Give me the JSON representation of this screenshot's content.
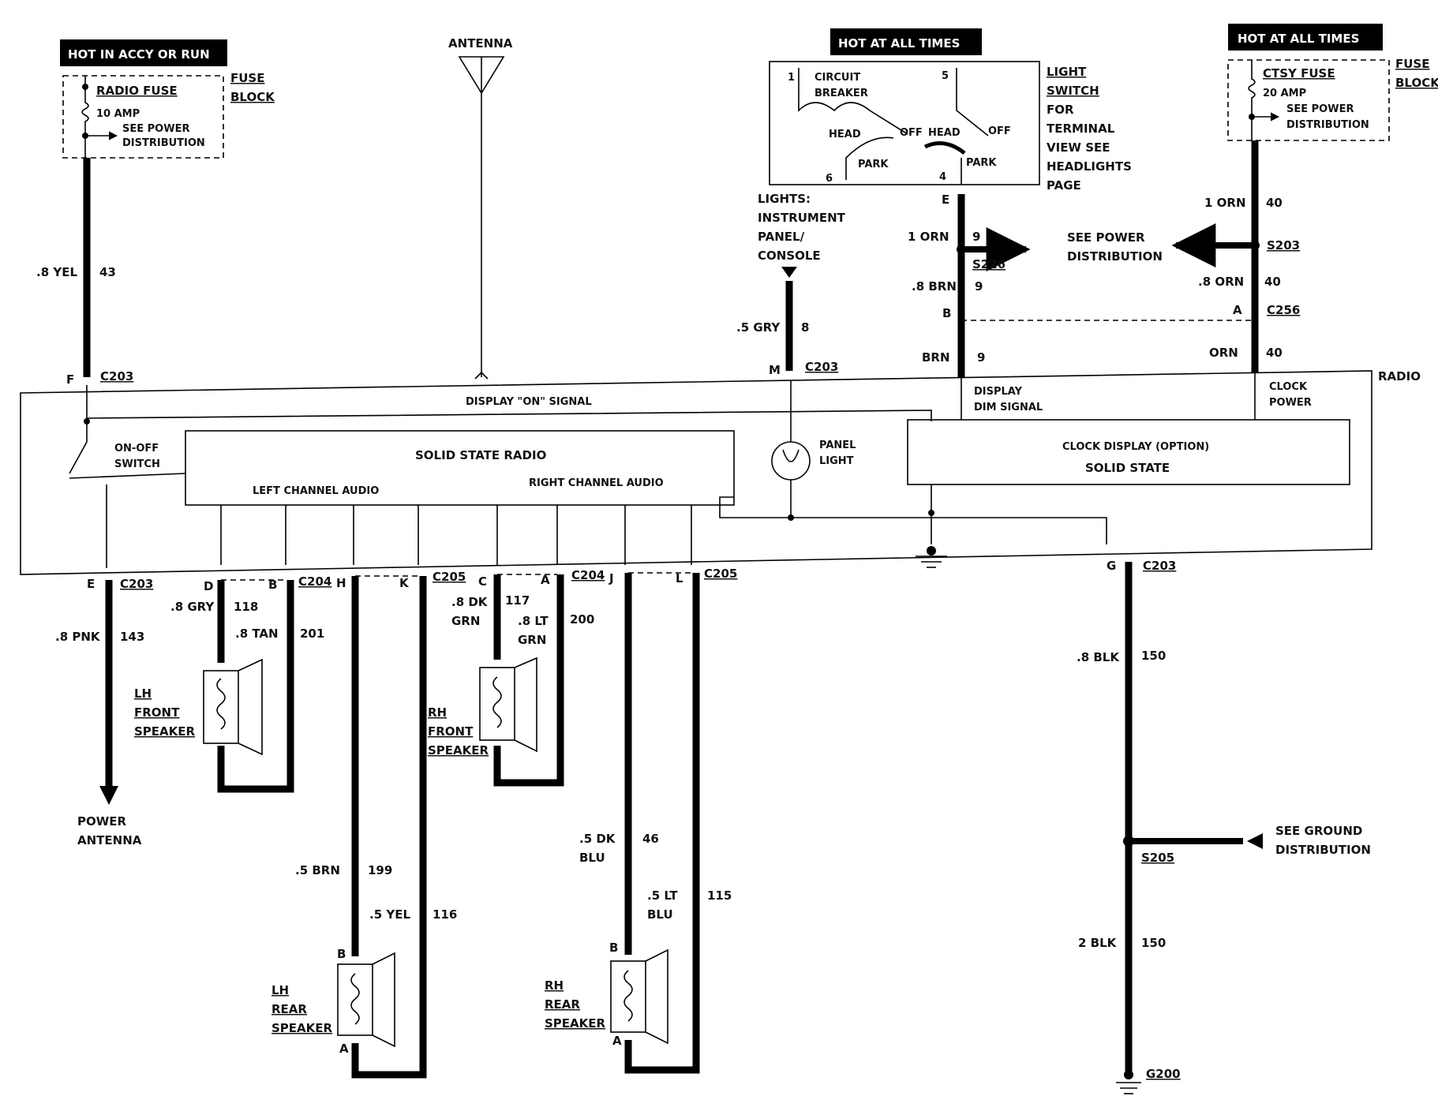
{
  "hot_labels": {
    "accy_run": "HOT IN ACCY OR RUN",
    "all_times_1": "HOT AT ALL TIMES",
    "all_times_2": "HOT AT ALL TIMES"
  },
  "radio_fuse": {
    "name": "RADIO FUSE",
    "rating": "10 AMP",
    "see1": "SEE POWER",
    "see2": "DISTRIBUTION",
    "block1": "FUSE",
    "block2": "BLOCK"
  },
  "ctsy_fuse": {
    "name": "CTSY FUSE",
    "rating": "20 AMP",
    "see1": "SEE POWER",
    "see2": "DISTRIBUTION",
    "block1": "FUSE",
    "block2": "BLOCK"
  },
  "antenna": "ANTENNA",
  "light_switch": {
    "circuit1": "CIRCUIT",
    "circuit2": "BREAKER",
    "head1": "HEAD",
    "off1": "OFF",
    "park1": "PARK",
    "head2": "HEAD",
    "off2": "OFF",
    "park2": "PARK",
    "t1": "1",
    "t5": "5",
    "t6": "6",
    "t4": "4",
    "title1": "LIGHT",
    "title2": "SWITCH",
    "note1": "FOR",
    "note2": "TERMINAL",
    "note3": "VIEW SEE",
    "note4": "HEADLIGHTS",
    "note5": "PAGE"
  },
  "lights_ip": [
    "LIGHTS:",
    "INSTRUMENT",
    "PANEL/",
    "CONSOLE"
  ],
  "see_power_mid": [
    "SEE POWER",
    "DISTRIBUTION"
  ],
  "wires": {
    "w43": ".8 YEL",
    "c43": "43",
    "w8": ".5 GRY",
    "c8": "8",
    "w9a": "1 ORN",
    "c9a": "9",
    "w9b": ".8 BRN",
    "c9b": "9",
    "w9c": "BRN",
    "c9c": "9",
    "w40a": "1 ORN",
    "c40a": "40",
    "w40b": ".8 ORN",
    "c40b": "40",
    "w40c": "ORN",
    "c40c": "40",
    "w143": ".8 PNK",
    "c143": "143",
    "w118": ".8 GRY",
    "c118": "118",
    "w201": ".8 TAN",
    "c201": "201",
    "w117a": ".8 DK",
    "w117b": "GRN",
    "c117": "117",
    "w200a": ".8 LT",
    "w200b": "GRN",
    "c200": "200",
    "w199": ".5 BRN",
    "c199": "199",
    "w116": ".5 YEL",
    "c116": "116",
    "w46a": ".5 DK",
    "w46b": "BLU",
    "c46": "46",
    "w115a": ".5 LT",
    "w115b": "BLU",
    "c115": "115",
    "w150a": ".8 BLK",
    "c150a": "150",
    "w150b": "2 BLK",
    "c150b": "150"
  },
  "connectors": {
    "f": "F",
    "c203_f": "C203",
    "m": "M",
    "c203_m": "C203",
    "e_top": "E",
    "s226": "S226",
    "b_c256": "B",
    "a_c256": "A",
    "c256": "C256",
    "s203": "S203",
    "e_bot": "E",
    "c203_e": "C203",
    "d": "D",
    "b": "B",
    "c204_db": "C204",
    "h": "H",
    "k": "K",
    "c205_hk": "C205",
    "c": "C",
    "a": "A",
    "c204_ca": "C204",
    "j": "J",
    "l": "L",
    "c205_jl": "C205",
    "g": "G",
    "c203_g": "C203",
    "s205": "S205",
    "g200": "G200",
    "lr_b": "B",
    "lr_a": "A",
    "rr_b": "B",
    "rr_a": "A"
  },
  "radio": {
    "label": "RADIO",
    "display_on": "DISPLAY \"ON\" SIGNAL",
    "display_dim1": "DISPLAY",
    "display_dim2": "DIM SIGNAL",
    "clock_power1": "CLOCK",
    "clock_power2": "POWER",
    "onoff1": "ON-OFF",
    "onoff2": "SWITCH",
    "solid_state_radio": "SOLID STATE RADIO",
    "left_audio": "LEFT CHANNEL AUDIO",
    "right_audio": "RIGHT CHANNEL AUDIO",
    "panel1": "PANEL",
    "panel2": "LIGHT",
    "clock_display": "CLOCK DISPLAY (OPTION)",
    "clock_solid": "SOLID STATE"
  },
  "speakers": {
    "lhf": [
      "LH",
      "FRONT",
      "SPEAKER"
    ],
    "rhf": [
      "RH",
      "FRONT",
      "SPEAKER"
    ],
    "lhr": [
      "LH",
      "REAR",
      "SPEAKER"
    ],
    "rhr": [
      "RH",
      "REAR",
      "SPEAKER"
    ]
  },
  "power_antenna": [
    "POWER",
    "ANTENNA"
  ],
  "see_ground": [
    "SEE GROUND",
    "DISTRIBUTION"
  ]
}
